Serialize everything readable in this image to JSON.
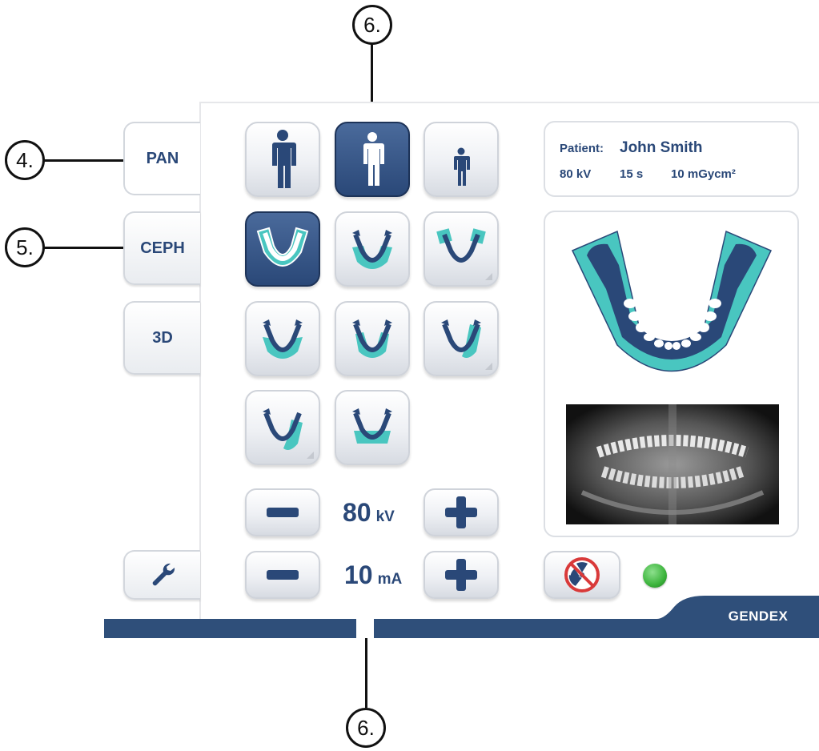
{
  "callouts": {
    "tab_pan": "4.",
    "program_selected": "5.",
    "top": "6.",
    "bottom": "6."
  },
  "tabs": [
    {
      "label": "PAN"
    },
    {
      "label": "CEPH"
    },
    {
      "label": "3D"
    }
  ],
  "patient": {
    "label": "Patient:",
    "name": "John Smith",
    "kv": "80 kV",
    "time": "15 s",
    "dose": "10 mGycm²"
  },
  "kv": {
    "value": "80",
    "unit": "kV"
  },
  "ma": {
    "value": "10",
    "unit": "mA"
  },
  "brand": "GENDEX",
  "status_indicator_color": "#3cb43c",
  "accent_color": "#2a4878",
  "teal_color": "#49c6c0"
}
